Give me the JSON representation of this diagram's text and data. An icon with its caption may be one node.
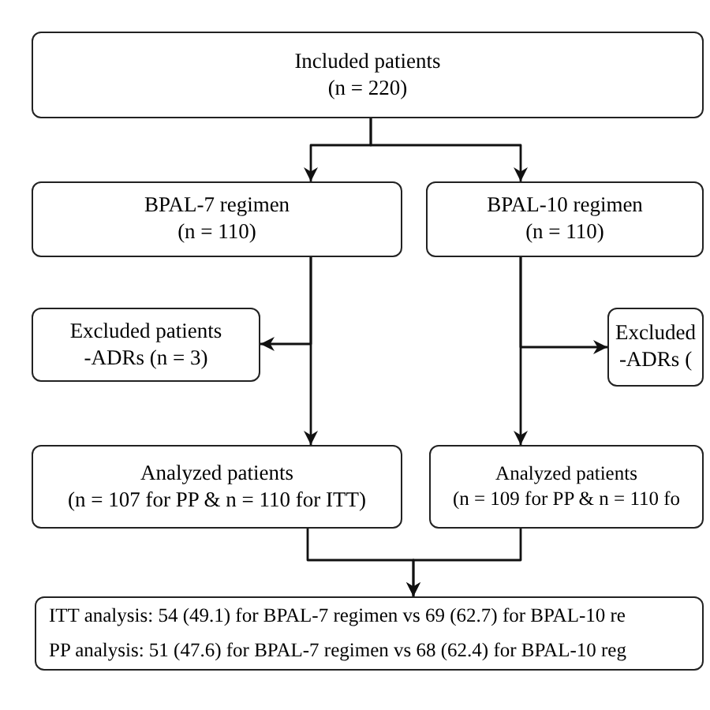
{
  "diagram": {
    "nodes": [
      {
        "text": [
          "Included patients",
          "(n = 220)"
        ]
      },
      {
        "text": [
          "BPAL-7 regimen",
          "(n = 110)"
        ]
      },
      {
        "text": [
          "BPAL-10 regimen",
          "(n = 110)"
        ]
      },
      {
        "text": [
          "Excluded patients",
          "-ADRs (n = 3)"
        ]
      },
      {
        "text": [
          "Excluded",
          "-ADRs ("
        ]
      },
      {
        "text": [
          "Analyzed patients",
          "(n = 107 for PP & n = 110 for ITT)"
        ]
      },
      {
        "text": [
          "Analyzed patients",
          "(n = 109 for PP & n = 110 fo"
        ]
      },
      {
        "text": [
          "ITT analysis: 54 (49.1) for BPAL-7 regimen vs 69 (62.7) for BPAL-10 re",
          "PP analysis: 51 (47.6) for BPAL-7 regimen vs 68 (62.4) for BPAL-10 reg"
        ]
      }
    ],
    "edges": [
      {
        "from": 0,
        "to": 1,
        "arrow": "to"
      },
      {
        "from": 0,
        "to": 2,
        "arrow": "to"
      },
      {
        "from": 1,
        "to": 3,
        "arrow": "to"
      },
      {
        "from": 1,
        "to": 5,
        "arrow": "to"
      },
      {
        "from": 2,
        "to": 4,
        "arrow": "to"
      },
      {
        "from": 2,
        "to": 6,
        "arrow": "to"
      },
      {
        "from": 5,
        "to": 7,
        "arrow": "to"
      },
      {
        "from": 6,
        "to": 7,
        "arrow": "to"
      }
    ]
  }
}
